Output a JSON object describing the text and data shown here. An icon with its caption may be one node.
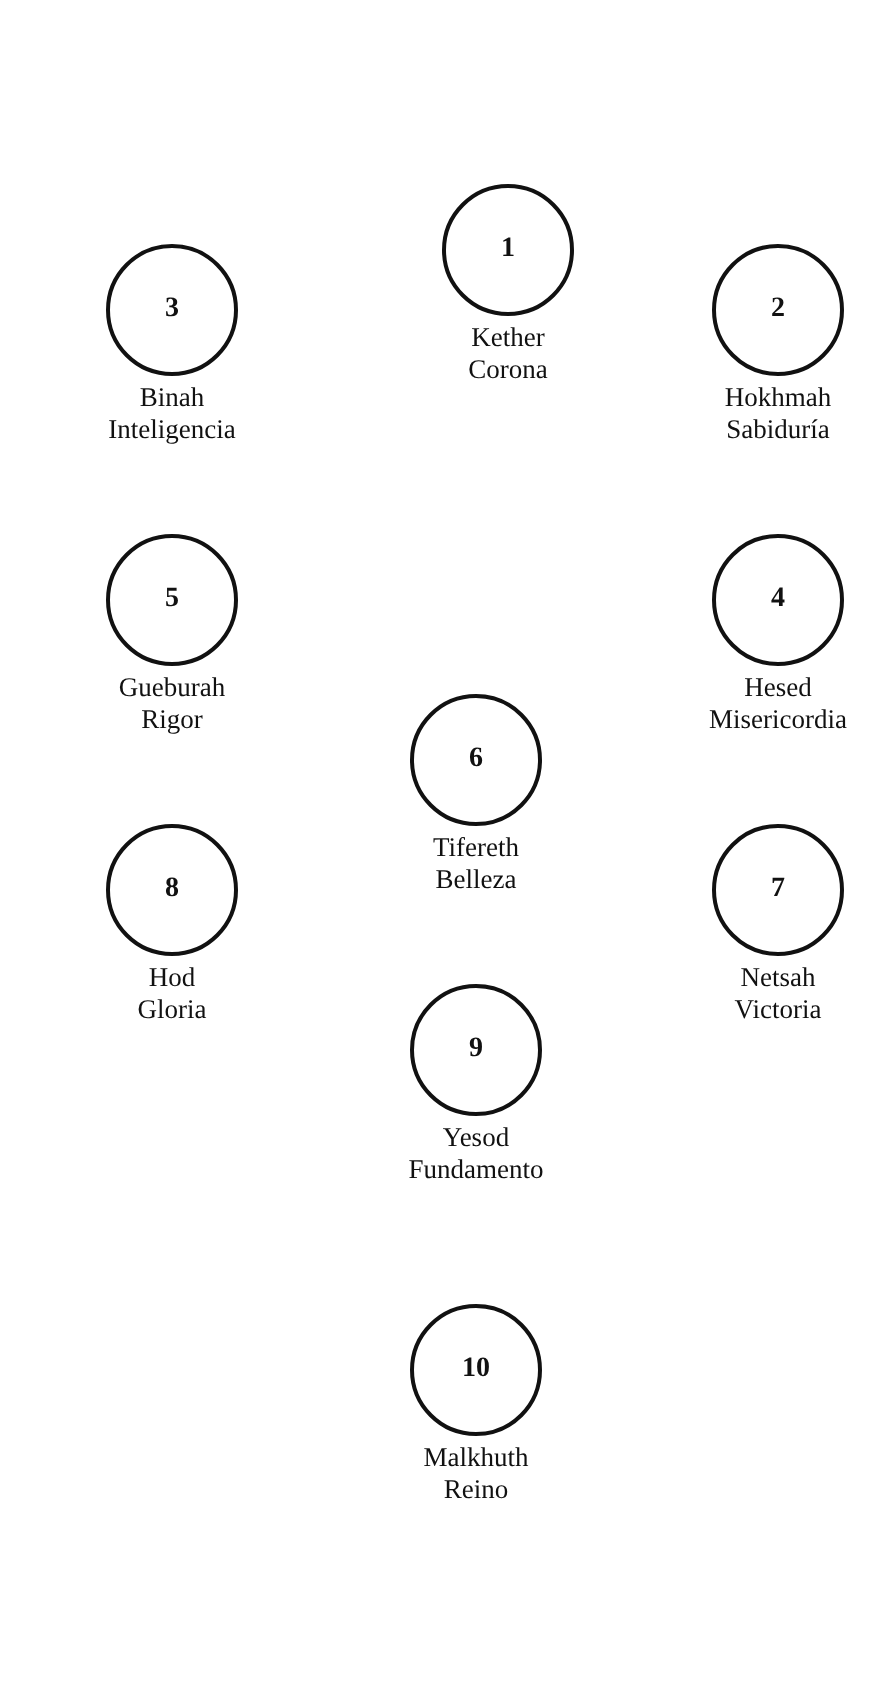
{
  "diagram": {
    "nodes": [
      {
        "text": [
          "1"
        ],
        "beside": [
          "Kether",
          "Corona"
        ]
      },
      {
        "text": [
          "3"
        ],
        "beside": [
          "Binah",
          "Inteligencia"
        ]
      },
      {
        "text": [
          "2"
        ],
        "beside": [
          "Hokhmah",
          "Sabiduría"
        ]
      },
      {
        "text": [
          "5"
        ],
        "beside": [
          "Gueburah",
          "Rigor"
        ]
      },
      {
        "text": [
          "4"
        ],
        "beside": [
          "Hesed",
          "Misericordia"
        ]
      },
      {
        "text": [
          "6"
        ],
        "beside": [
          "Tifereth",
          "Belleza"
        ]
      },
      {
        "text": [
          "8"
        ],
        "beside": [
          "Hod",
          "Gloria"
        ]
      },
      {
        "text": [
          "7"
        ],
        "beside": [
          "Netsah",
          "Victoria"
        ]
      },
      {
        "text": [
          "9"
        ],
        "beside": [
          "Yesod",
          "Fundamento"
        ]
      },
      {
        "text": [
          "10"
        ],
        "beside": [
          "Malkhuth",
          "Reino"
        ]
      }
    ]
  }
}
